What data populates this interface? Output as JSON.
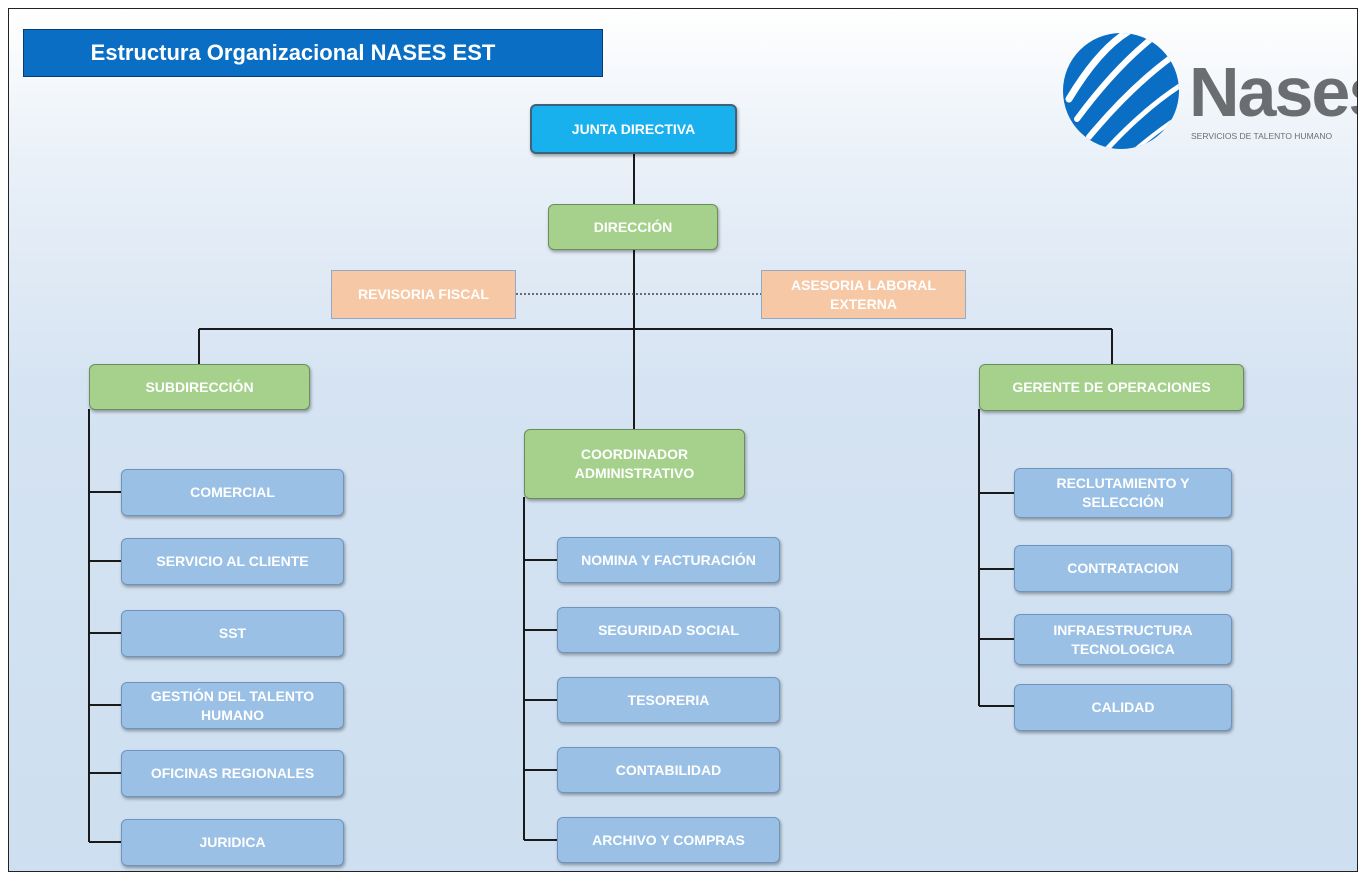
{
  "title": "Estructura Organizacional NASES EST",
  "logo": {
    "wordmark": "Nases",
    "tagline": "SERVICIOS DE TALENTO HUMANO",
    "accent_color": "#0a6ec4"
  },
  "colors": {
    "title_bar": "#0a6ec4",
    "top_node": "#19b0ee",
    "manager_node": "#a5d18c",
    "advisory_node": "#f6c8a6",
    "unit_node": "#9ac0e6"
  },
  "nodes": {
    "junta": "JUNTA DIRECTIVA",
    "direccion": "DIRECCIÓN",
    "revisoria": "REVISORIA FISCAL",
    "asesoria": "ASESORIA LABORAL EXTERNA",
    "subdireccion": "SUBDIRECCIÓN",
    "coordinador": "COORDINADOR ADMINISTRATIVO",
    "gerente": "GERENTE DE OPERACIONES"
  },
  "subdireccion_units": [
    "COMERCIAL",
    "SERVICIO AL CLIENTE",
    "SST",
    "GESTIÓN DEL TALENTO HUMANO",
    "OFICINAS REGIONALES",
    "JURIDICA"
  ],
  "coordinador_units": [
    "NOMINA Y FACTURACIÓN",
    "SEGURIDAD SOCIAL",
    "TESORERIA",
    "CONTABILIDAD",
    "ARCHIVO Y COMPRAS"
  ],
  "gerente_units": [
    "RECLUTAMIENTO Y SELECCIÓN",
    "CONTRATACION",
    "INFRAESTRUCTURA TECNOLOGICA",
    "CALIDAD"
  ]
}
